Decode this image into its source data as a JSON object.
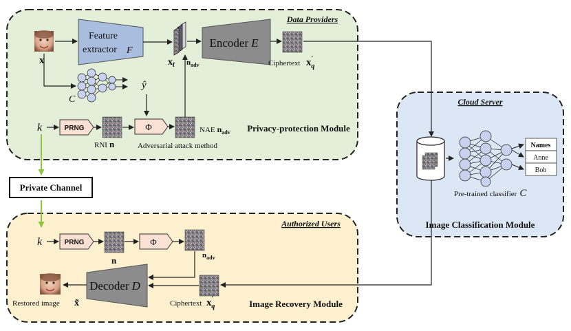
{
  "modules": {
    "data_providers": {
      "title": "Data Providers",
      "subtitle": "Privacy-protection Module",
      "fill": "#e3efd9"
    },
    "cloud_server": {
      "title": "Cloud Server",
      "subtitle": "Image Classification Module",
      "fill": "#dbe7f4"
    },
    "authorized_users": {
      "title": "Authorized Users",
      "subtitle": "Image Recovery Module",
      "fill": "#fdf0cf"
    }
  },
  "private_channel": "Private Channel",
  "labels": {
    "x": "x",
    "feature_extractor_l1": "Feature",
    "feature_extractor_l2": "extractor",
    "feature_extractor_sym": "F",
    "xf": "x",
    "xf_sub": "f",
    "n_adv_top": "n",
    "n_adv_sub": "adv",
    "encoder": "Encoder",
    "encoder_sym": "E",
    "ciphertext_top": "Ciphertext",
    "xq_top": "x",
    "xq_sub": "q",
    "c_sym": "C",
    "y_hat": "ŷ",
    "k_top": "k",
    "prng_top": "PRNG",
    "rni": "RNI",
    "rni_n": "n",
    "phi_top": "Φ",
    "nae": "NAE",
    "nae_n": "n",
    "nae_sub": "adv",
    "adv_attack": "Adversarial attack method",
    "k_bottom": "k",
    "prng_bottom": "PRNG",
    "n_bottom": "n",
    "phi_bottom": "Φ",
    "n_adv_bottom": "n",
    "n_adv_bottom_sub": "adv",
    "decoder": "Decoder",
    "decoder_sym": "D",
    "ciphertext_bottom": "Ciphertext",
    "xq_bottom": "x",
    "xq_bottom_sub": "q",
    "restored": "Restored image",
    "x_tilde": "x̃",
    "pretrained": "Pre-trained classifier",
    "pretrained_sym": "C"
  },
  "names_table": {
    "header": "Names",
    "rows": [
      "Anne",
      "Bob"
    ]
  },
  "colors": {
    "block_blue": "#a9bedf",
    "block_gray": "#8c8c8c",
    "prng_fill": "#fbe1d3",
    "node_fill": "#c8d2ef",
    "arrow_green": "#8cc63f"
  },
  "icons": [
    "face-image-icon",
    "noise-image-icon",
    "neural-network-icon",
    "database-icon"
  ]
}
